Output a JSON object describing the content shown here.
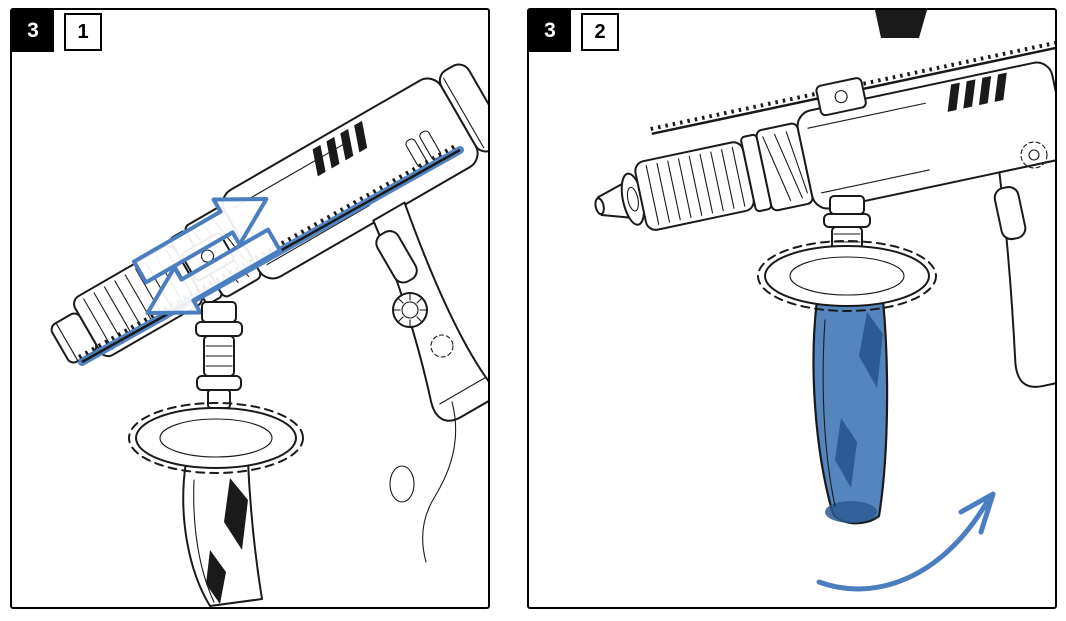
{
  "figure": {
    "panels": [
      {
        "step": "3",
        "substep": "1"
      },
      {
        "step": "3",
        "substep": "2"
      }
    ]
  },
  "colors": {
    "line": "#1a1a1a",
    "accent": "#4a7ec1",
    "grip_fill": "#5585bd",
    "grip_shade": "#2c5a92",
    "panel_border": "#000000",
    "background": "#ffffff"
  }
}
